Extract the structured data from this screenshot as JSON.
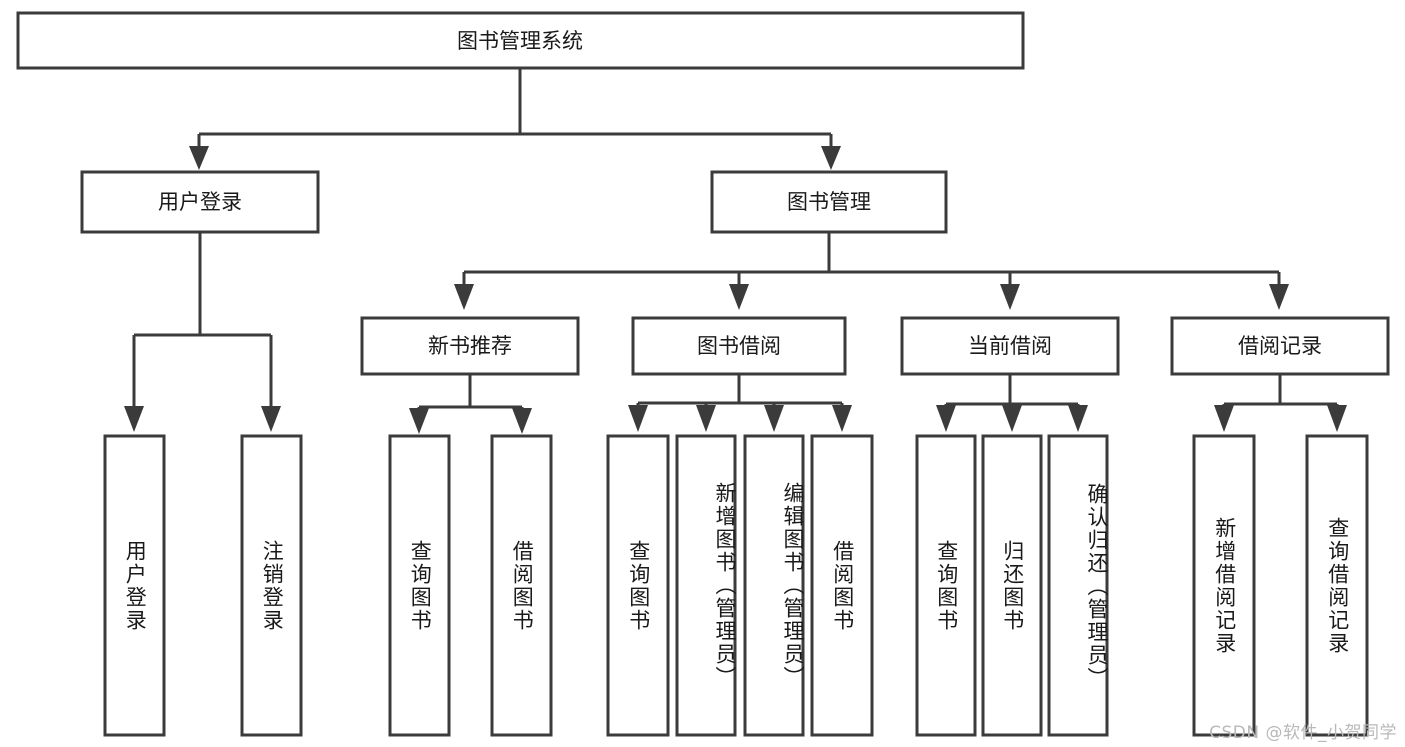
{
  "diagram": {
    "type": "tree-hierarchy",
    "title": "图书管理系统",
    "root": {
      "id": "root",
      "label": "图书管理系统",
      "orientation": "horizontal"
    },
    "level1": [
      {
        "id": "user-login",
        "label": "用户登录",
        "orientation": "horizontal"
      },
      {
        "id": "book-management",
        "label": "图书管理",
        "orientation": "horizontal"
      }
    ],
    "level2": [
      {
        "id": "new-book-recommend",
        "label": "新书推荐",
        "parent": "book-management",
        "orientation": "horizontal"
      },
      {
        "id": "book-borrow",
        "label": "图书借阅",
        "parent": "book-management",
        "orientation": "horizontal"
      },
      {
        "id": "current-borrow",
        "label": "当前借阅",
        "parent": "book-management",
        "orientation": "horizontal"
      },
      {
        "id": "borrow-record",
        "label": "借阅记录",
        "parent": "book-management",
        "orientation": "horizontal"
      }
    ],
    "leaves": [
      {
        "id": "leaf-user-login",
        "label": "用户登录",
        "parent": "user-login",
        "orientation": "vertical"
      },
      {
        "id": "leaf-logout",
        "label": "注销登录",
        "parent": "user-login",
        "orientation": "vertical"
      },
      {
        "id": "leaf-query-book-1",
        "label": "查询图书",
        "parent": "new-book-recommend",
        "orientation": "vertical"
      },
      {
        "id": "leaf-borrow-book-1",
        "label": "借阅图书",
        "parent": "new-book-recommend",
        "orientation": "vertical"
      },
      {
        "id": "leaf-query-book-2",
        "label": "查询图书",
        "parent": "book-borrow",
        "orientation": "vertical"
      },
      {
        "id": "leaf-add-book",
        "label": "新增图书（管理员）",
        "parent": "book-borrow",
        "orientation": "vertical"
      },
      {
        "id": "leaf-edit-book",
        "label": "编辑图书（管理员）",
        "parent": "book-borrow",
        "orientation": "vertical"
      },
      {
        "id": "leaf-borrow-book-2",
        "label": "借阅图书",
        "parent": "book-borrow",
        "orientation": "vertical"
      },
      {
        "id": "leaf-query-book-3",
        "label": "查询图书",
        "parent": "current-borrow",
        "orientation": "vertical"
      },
      {
        "id": "leaf-return-book",
        "label": "归还图书",
        "parent": "current-borrow",
        "orientation": "vertical"
      },
      {
        "id": "leaf-confirm-return",
        "label": "确认归还（管理员）",
        "parent": "current-borrow",
        "orientation": "vertical"
      },
      {
        "id": "leaf-add-record",
        "label": "新增借阅记录",
        "parent": "borrow-record",
        "orientation": "vertical"
      },
      {
        "id": "leaf-query-record",
        "label": "查询借阅记录",
        "parent": "borrow-record",
        "orientation": "vertical"
      }
    ],
    "colors": {
      "stroke": "#3b3b3b",
      "fill": "#ffffff",
      "text": "#1a1a1a",
      "watermark": "#b9b9b9",
      "background": "#ffffff"
    }
  },
  "watermark": {
    "text": "CSDN @软件_小贺同学"
  }
}
